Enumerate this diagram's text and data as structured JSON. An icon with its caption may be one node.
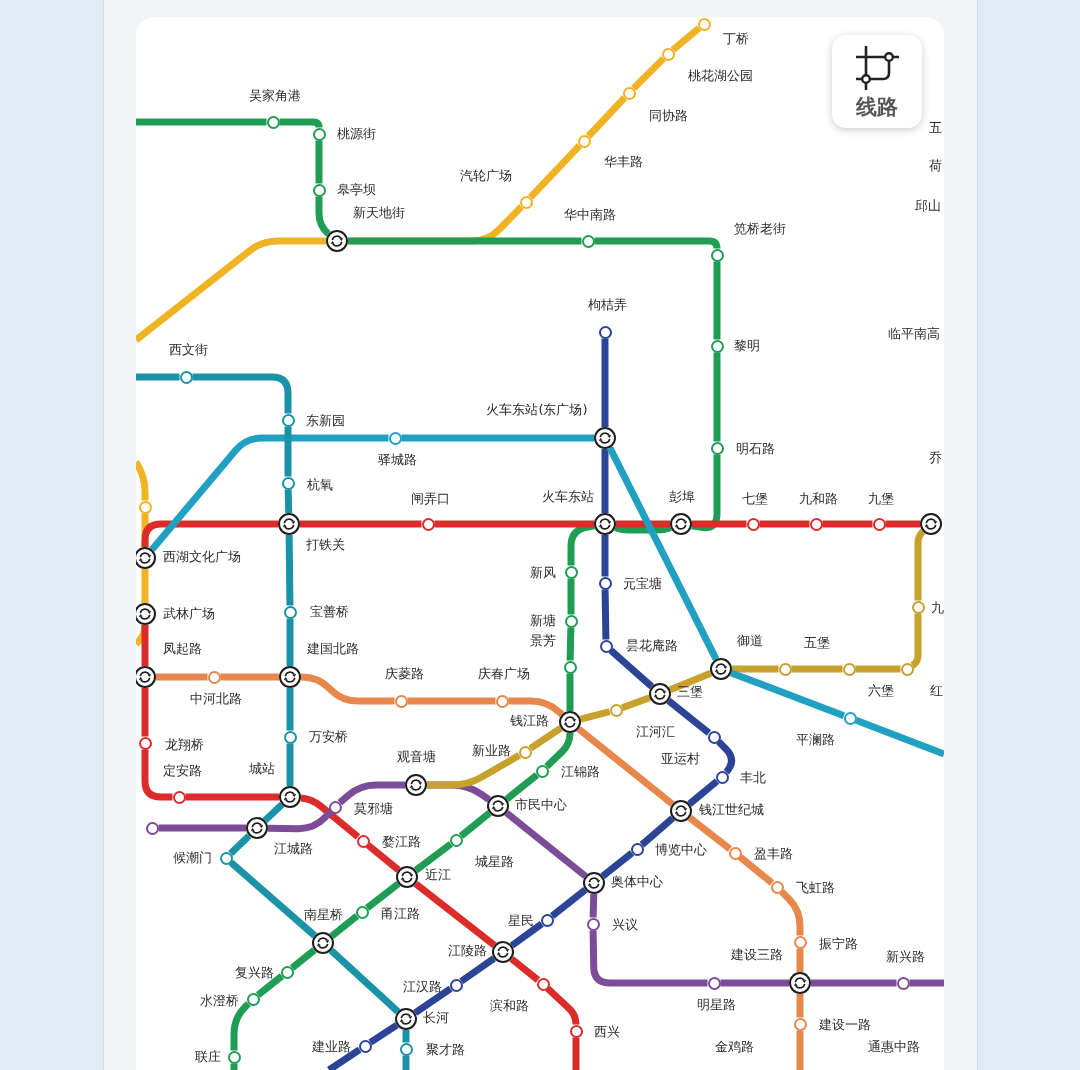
{
  "diagram": {
    "nodes": [
      {
        "text": [],
        "shape": "circle",
        "beside": [
          "丁桥"
        ]
      },
      {
        "text": [],
        "shape": "circle",
        "beside": [
          "桃花湖公园"
        ]
      },
      {
        "text": [],
        "shape": "circle",
        "beside": [
          "同协路"
        ]
      },
      {
        "text": [],
        "shape": "circle",
        "beside": [
          "吴家角港"
        ]
      },
      {
        "text": [],
        "shape": "circle",
        "beside": [
          "桃源街"
        ]
      },
      {
        "text": [],
        "shape": "circle",
        "beside": [
          "华丰路"
        ]
      },
      {
        "text": [],
        "shape": "circle",
        "beside": [
          "皋亭坝"
        ]
      },
      {
        "text": [],
        "shape": "circle",
        "beside": [
          "汽轮广场"
        ]
      },
      {
        "text": [],
        "shape": "circle",
        "beside": [
          "新天地街"
        ]
      },
      {
        "text": [],
        "shape": "circle",
        "beside": [
          "华中南路"
        ]
      },
      {
        "text": [],
        "shape": "circle",
        "beside": [
          "笕桥老街"
        ]
      },
      {
        "text": [],
        "shape": "circle",
        "beside": [
          "枸桔弄"
        ]
      },
      {
        "text": [],
        "shape": "circle",
        "beside": [
          "黎明"
        ]
      },
      {
        "text": [],
        "shape": "circle",
        "beside": [
          "西文街"
        ]
      },
      {
        "text": [],
        "shape": "circle",
        "beside": [
          "东新园"
        ]
      },
      {
        "text": [],
        "shape": "circle",
        "beside": [
          "火车东站(东广场)"
        ]
      },
      {
        "text": [],
        "shape": "circle",
        "beside": [
          "驿城路"
        ]
      },
      {
        "text": [],
        "shape": "circle",
        "beside": [
          "明石路"
        ]
      },
      {
        "text": [],
        "shape": "circle",
        "beside": [
          "杭氧"
        ]
      },
      {
        "text": [],
        "shape": "circle"
      },
      {
        "text": [],
        "shape": "circle",
        "beside": [
          "打铁关"
        ]
      },
      {
        "text": [],
        "shape": "circle",
        "beside": [
          "闸弄口"
        ]
      },
      {
        "text": [],
        "shape": "circle",
        "beside": [
          "火车东站"
        ]
      },
      {
        "text": [],
        "shape": "circle",
        "beside": [
          "彭埠"
        ]
      },
      {
        "text": [],
        "shape": "circle",
        "beside": [
          "七堡"
        ]
      },
      {
        "text": [],
        "shape": "circle",
        "beside": [
          "九和路"
        ]
      },
      {
        "text": [],
        "shape": "circle",
        "beside": [
          "九堡"
        ]
      },
      {
        "text": [],
        "shape": "circle"
      },
      {
        "text": [],
        "shape": "circle",
        "beside": [
          "西湖文化广场"
        ]
      },
      {
        "text": [],
        "shape": "circle",
        "beside": [
          "新风"
        ]
      },
      {
        "text": [],
        "shape": "circle",
        "beside": [
          "元宝塘"
        ]
      },
      {
        "text": [],
        "shape": "circle",
        "beside": [
          "九"
        ]
      },
      {
        "text": [],
        "shape": "circle",
        "beside": [
          "宝善桥"
        ]
      },
      {
        "text": [],
        "shape": "circle",
        "beside": [
          "武林广场"
        ]
      },
      {
        "text": [],
        "shape": "circle",
        "beside": [
          "新塘"
        ]
      },
      {
        "text": [],
        "shape": "circle",
        "beside": [
          "昙花庵路"
        ]
      },
      {
        "text": [],
        "shape": "circle",
        "beside": [
          "景芳"
        ]
      },
      {
        "text": [],
        "shape": "circle",
        "beside": [
          "御道"
        ]
      },
      {
        "text": [],
        "shape": "circle",
        "beside": [
          "五堡"
        ]
      },
      {
        "text": [],
        "shape": "circle",
        "beside": [
          "六堡"
        ]
      },
      {
        "text": [],
        "shape": "circle",
        "beside": [
          "红"
        ]
      },
      {
        "text": [],
        "shape": "circle",
        "beside": [
          "凤起路"
        ]
      },
      {
        "text": [],
        "shape": "circle",
        "beside": [
          "中河北路"
        ]
      },
      {
        "text": [],
        "shape": "circle",
        "beside": [
          "建国北路"
        ]
      },
      {
        "text": [],
        "shape": "circle",
        "beside": [
          "三堡"
        ]
      },
      {
        "text": [],
        "shape": "circle",
        "beside": [
          "庆菱路"
        ]
      },
      {
        "text": [],
        "shape": "circle",
        "beside": [
          "庆春广场"
        ]
      },
      {
        "text": [],
        "shape": "circle",
        "beside": [
          "江河汇"
        ]
      },
      {
        "text": [],
        "shape": "circle",
        "beside": [
          "平澜路"
        ]
      },
      {
        "text": [],
        "shape": "circle",
        "beside": [
          "钱江路"
        ]
      },
      {
        "text": [],
        "shape": "circle",
        "beside": [
          "万安桥"
        ]
      },
      {
        "text": [],
        "shape": "circle",
        "beside": [
          "亚运村"
        ]
      },
      {
        "text": [],
        "shape": "circle",
        "beside": [
          "龙翔桥"
        ]
      },
      {
        "text": [],
        "shape": "circle",
        "beside": [
          "新业路"
        ]
      },
      {
        "text": [],
        "shape": "circle",
        "beside": [
          "丰北"
        ]
      },
      {
        "text": [],
        "shape": "circle",
        "beside": [
          "江锦路"
        ]
      },
      {
        "text": [],
        "shape": "circle",
        "beside": [
          "观音塘"
        ]
      },
      {
        "text": [],
        "shape": "circle",
        "beside": [
          "定安路"
        ]
      },
      {
        "text": [],
        "shape": "circle",
        "beside": [
          "城站"
        ]
      },
      {
        "text": [],
        "shape": "circle",
        "beside": [
          "市民中心"
        ]
      },
      {
        "text": [],
        "shape": "circle",
        "beside": [
          "莫邪塘"
        ]
      },
      {
        "text": [],
        "shape": "circle",
        "beside": [
          "钱江世纪城"
        ]
      },
      {
        "text": [],
        "shape": "circle"
      },
      {
        "text": [],
        "shape": "circle",
        "beside": [
          "江城路"
        ]
      },
      {
        "text": [],
        "shape": "circle",
        "beside": [
          "城星路"
        ]
      },
      {
        "text": [],
        "shape": "circle",
        "beside": [
          "婺江路"
        ]
      },
      {
        "text": [],
        "shape": "circle",
        "beside": [
          "博览中心"
        ]
      },
      {
        "text": [],
        "shape": "circle",
        "beside": [
          "盈丰路"
        ]
      },
      {
        "text": [],
        "shape": "circle",
        "beside": [
          "候潮门"
        ]
      },
      {
        "text": [],
        "shape": "circle",
        "beside": [
          "近江"
        ]
      },
      {
        "text": [],
        "shape": "circle",
        "beside": [
          "奥体中心"
        ]
      },
      {
        "text": [],
        "shape": "circle",
        "beside": [
          "飞虹路"
        ]
      },
      {
        "text": [],
        "shape": "circle",
        "beside": [
          "甬江路"
        ]
      },
      {
        "text": [],
        "shape": "circle",
        "beside": [
          "星民"
        ]
      },
      {
        "text": [],
        "shape": "circle",
        "beside": [
          "兴议"
        ]
      },
      {
        "text": [],
        "shape": "circle",
        "beside": [
          "振宁路"
        ]
      },
      {
        "text": [],
        "shape": "circle",
        "beside": [
          "南星桥"
        ]
      },
      {
        "text": [],
        "shape": "circle",
        "beside": [
          "江陵路"
        ]
      },
      {
        "text": [],
        "shape": "circle",
        "beside": [
          "复兴路"
        ]
      },
      {
        "text": [],
        "shape": "circle",
        "beside": [
          "建设三路"
        ]
      },
      {
        "text": [],
        "shape": "circle",
        "beside": [
          "明星路"
        ]
      },
      {
        "text": [],
        "shape": "circle",
        "beside": [
          "新兴路"
        ]
      },
      {
        "text": [],
        "shape": "circle",
        "beside": [
          "滨和路"
        ]
      },
      {
        "text": [],
        "shape": "circle",
        "beside": [
          "江汉路"
        ]
      },
      {
        "text": [],
        "shape": "circle",
        "beside": [
          "水澄桥"
        ]
      },
      {
        "text": [],
        "shape": "circle",
        "beside": [
          "长河"
        ]
      },
      {
        "text": [],
        "shape": "circle",
        "beside": [
          "建设一路"
        ]
      },
      {
        "text": [],
        "shape": "circle",
        "beside": [
          "西兴"
        ]
      },
      {
        "text": [],
        "shape": "circle",
        "beside": [
          "建业路"
        ]
      },
      {
        "text": [],
        "shape": "circle",
        "beside": [
          "聚才路"
        ]
      },
      {
        "text": [],
        "shape": "circle",
        "beside": [
          "联庄"
        ]
      }
    ],
    "edges": [
      {
        "from": 0,
        "to": 1,
        "arrow": "none",
        "color": "#f0b323"
      },
      {
        "from": 1,
        "to": 2,
        "arrow": "none",
        "color": "#f0b323"
      },
      {
        "from": 2,
        "to": 5,
        "arrow": "none",
        "color": "#f0b323"
      },
      {
        "from": 5,
        "to": 7,
        "arrow": "none",
        "color": "#f0b323"
      },
      {
        "from": 7,
        "to": 8,
        "arrow": "none",
        "color": "#f0b323"
      },
      {
        "from": 8,
        "to": null,
        "arrow": "none",
        "color": "#f0b323"
      },
      {
        "from": null,
        "to": 19,
        "arrow": "none",
        "color": "#f0b323"
      },
      {
        "from": 19,
        "to": 28,
        "arrow": "none",
        "color": "#f0b323"
      },
      {
        "from": 28,
        "to": 33,
        "arrow": "none",
        "color": "#f0b323"
      },
      {
        "from": 33,
        "to": null,
        "arrow": "none",
        "color": "#f0b323"
      },
      {
        "from": null,
        "to": 3,
        "arrow": "none",
        "color": "#1f9d55"
      },
      {
        "from": 3,
        "to": 4,
        "arrow": "none",
        "color": "#1f9d55"
      },
      {
        "from": 4,
        "to": 6,
        "arrow": "none",
        "color": "#1f9d55"
      },
      {
        "from": 6,
        "to": 8,
        "arrow": "none",
        "color": "#1f9d55"
      },
      {
        "from": 8,
        "to": 9,
        "arrow": "none",
        "color": "#1f9d55"
      },
      {
        "from": 9,
        "to": 10,
        "arrow": "none",
        "color": "#1f9d55"
      },
      {
        "from": 10,
        "to": 12,
        "arrow": "none",
        "color": "#1f9d55"
      },
      {
        "from": 12,
        "to": 17,
        "arrow": "none",
        "color": "#1f9d55"
      },
      {
        "from": 17,
        "to": 23,
        "arrow": "none",
        "color": "#1f9d55"
      },
      {
        "from": 23,
        "to": 22,
        "arrow": "none",
        "color": "#1f9d55"
      },
      {
        "from": 22,
        "to": 29,
        "arrow": "none",
        "color": "#1f9d55"
      },
      {
        "from": 29,
        "to": 34,
        "arrow": "none",
        "color": "#1f9d55"
      },
      {
        "from": 34,
        "to": 36,
        "arrow": "none",
        "color": "#1f9d55"
      },
      {
        "from": 36,
        "to": 49,
        "arrow": "none",
        "color": "#1f9d55"
      },
      {
        "from": 49,
        "to": 55,
        "arrow": "none",
        "color": "#1f9d55"
      },
      {
        "from": 55,
        "to": 59,
        "arrow": "none",
        "color": "#1f9d55"
      },
      {
        "from": 59,
        "to": 64,
        "arrow": "none",
        "color": "#1f9d55"
      },
      {
        "from": 64,
        "to": 69,
        "arrow": "none",
        "color": "#1f9d55"
      },
      {
        "from": 69,
        "to": 72,
        "arrow": "none",
        "color": "#1f9d55"
      },
      {
        "from": 72,
        "to": 76,
        "arrow": "none",
        "color": "#1f9d55"
      },
      {
        "from": 76,
        "to": 78,
        "arrow": "none",
        "color": "#1f9d55"
      },
      {
        "from": 78,
        "to": 84,
        "arrow": "none",
        "color": "#1f9d55"
      },
      {
        "from": 84,
        "to": 90,
        "arrow": "none",
        "color": "#1f9d55"
      },
      {
        "from": 90,
        "to": null,
        "arrow": "none",
        "color": "#1f9d55"
      },
      {
        "from": 11,
        "to": 15,
        "arrow": "none",
        "color": "#2b4496"
      },
      {
        "from": 15,
        "to": 22,
        "arrow": "none",
        "color": "#2b4496"
      },
      {
        "from": 22,
        "to": 30,
        "arrow": "none",
        "color": "#2b4496"
      },
      {
        "from": 30,
        "to": 35,
        "arrow": "none",
        "color": "#2b4496"
      },
      {
        "from": 35,
        "to": 44,
        "arrow": "none",
        "color": "#2b4496"
      },
      {
        "from": 44,
        "to": 51,
        "arrow": "none",
        "color": "#2b4496"
      },
      {
        "from": 51,
        "to": 54,
        "arrow": "none",
        "color": "#2b4496"
      },
      {
        "from": 54,
        "to": 61,
        "arrow": "none",
        "color": "#2b4496"
      },
      {
        "from": 61,
        "to": 66,
        "arrow": "none",
        "color": "#2b4496"
      },
      {
        "from": 66,
        "to": 70,
        "arrow": "none",
        "color": "#2b4496"
      },
      {
        "from": 70,
        "to": 73,
        "arrow": "none",
        "color": "#2b4496"
      },
      {
        "from": 73,
        "to": 77,
        "arrow": "none",
        "color": "#2b4496"
      },
      {
        "from": 77,
        "to": 83,
        "arrow": "none",
        "color": "#2b4496"
      },
      {
        "from": 83,
        "to": 85,
        "arrow": "none",
        "color": "#2b4496"
      },
      {
        "from": 85,
        "to": 88,
        "arrow": "none",
        "color": "#2b4496"
      },
      {
        "from": 88,
        "to": null,
        "arrow": "none",
        "color": "#2b4496"
      },
      {
        "from": 28,
        "to": 20,
        "arrow": "none",
        "color": "#dc2b2b"
      },
      {
        "from": 20,
        "to": 21,
        "arrow": "none",
        "color": "#dc2b2b"
      },
      {
        "from": 21,
        "to": 22,
        "arrow": "none",
        "color": "#dc2b2b"
      },
      {
        "from": 22,
        "to": 23,
        "arrow": "none",
        "color": "#dc2b2b"
      },
      {
        "from": 23,
        "to": 24,
        "arrow": "none",
        "color": "#dc2b2b"
      },
      {
        "from": 24,
        "to": 25,
        "arrow": "none",
        "color": "#dc2b2b"
      },
      {
        "from": 25,
        "to": 26,
        "arrow": "none",
        "color": "#dc2b2b"
      },
      {
        "from": 26,
        "to": 27,
        "arrow": "none",
        "color": "#dc2b2b"
      },
      {
        "from": 33,
        "to": 41,
        "arrow": "none",
        "color": "#dc2b2b"
      },
      {
        "from": 41,
        "to": 52,
        "arrow": "none",
        "color": "#dc2b2b"
      },
      {
        "from": 52,
        "to": 57,
        "arrow": "none",
        "color": "#dc2b2b"
      },
      {
        "from": 57,
        "to": 58,
        "arrow": "none",
        "color": "#dc2b2b"
      },
      {
        "from": 58,
        "to": 65,
        "arrow": "none",
        "color": "#dc2b2b"
      },
      {
        "from": 65,
        "to": 69,
        "arrow": "none",
        "color": "#dc2b2b"
      },
      {
        "from": 69,
        "to": 77,
        "arrow": "none",
        "color": "#dc2b2b"
      },
      {
        "from": 77,
        "to": 82,
        "arrow": "none",
        "color": "#dc2b2b"
      },
      {
        "from": 82,
        "to": 87,
        "arrow": "none",
        "color": "#dc2b2b"
      },
      {
        "from": 87,
        "to": null,
        "arrow": "none",
        "color": "#dc2b2b"
      },
      {
        "from": 62,
        "to": 63,
        "arrow": "none",
        "color": "#7c4c98"
      },
      {
        "from": 63,
        "to": 60,
        "arrow": "none",
        "color": "#7c4c98"
      },
      {
        "from": 60,
        "to": 56,
        "arrow": "none",
        "color": "#7c4c98"
      },
      {
        "from": 56,
        "to": 59,
        "arrow": "none",
        "color": "#7c4c98"
      },
      {
        "from": 59,
        "to": 70,
        "arrow": "none",
        "color": "#7c4c98"
      },
      {
        "from": 70,
        "to": 74,
        "arrow": "none",
        "color": "#7c4c98"
      },
      {
        "from": 74,
        "to": 80,
        "arrow": "none",
        "color": "#7c4c98"
      },
      {
        "from": 80,
        "to": 79,
        "arrow": "none",
        "color": "#7c4c98"
      },
      {
        "from": 79,
        "to": 81,
        "arrow": "none",
        "color": "#7c4c98"
      },
      {
        "from": 81,
        "to": null,
        "arrow": "none",
        "color": "#7c4c98"
      },
      {
        "from": 56,
        "to": 53,
        "arrow": "none",
        "color": "#c8a12c"
      },
      {
        "from": 53,
        "to": 49,
        "arrow": "none",
        "color": "#c8a12c"
      },
      {
        "from": 49,
        "to": 47,
        "arrow": "none",
        "color": "#c8a12c"
      },
      {
        "from": 47,
        "to": 44,
        "arrow": "none",
        "color": "#c8a12c"
      },
      {
        "from": 44,
        "to": 37,
        "arrow": "none",
        "color": "#c8a12c"
      },
      {
        "from": 37,
        "to": 38,
        "arrow": "none",
        "color": "#c8a12c"
      },
      {
        "from": 38,
        "to": 39,
        "arrow": "none",
        "color": "#c8a12c"
      },
      {
        "from": 39,
        "to": 40,
        "arrow": "none",
        "color": "#c8a12c"
      },
      {
        "from": 40,
        "to": 31,
        "arrow": "none",
        "color": "#c8a12c"
      },
      {
        "from": 31,
        "to": 27,
        "arrow": "none",
        "color": "#c8a12c"
      },
      {
        "from": 28,
        "to": 16,
        "arrow": "none",
        "color": "#22a0c2"
      },
      {
        "from": 16,
        "to": 15,
        "arrow": "none",
        "color": "#22a0c2"
      },
      {
        "from": 15,
        "to": 37,
        "arrow": "none",
        "color": "#22a0c2"
      },
      {
        "from": 37,
        "to": 48,
        "arrow": "none",
        "color": "#22a0c2"
      },
      {
        "from": 48,
        "to": null,
        "arrow": "none",
        "color": "#22a0c2"
      },
      {
        "from": null,
        "to": 13,
        "arrow": "none",
        "color": "#1a93a6"
      },
      {
        "from": 13,
        "to": 14,
        "arrow": "none",
        "color": "#1a93a6"
      },
      {
        "from": 14,
        "to": 18,
        "arrow": "none",
        "color": "#1a93a6"
      },
      {
        "from": 18,
        "to": 20,
        "arrow": "none",
        "color": "#1a93a6"
      },
      {
        "from": 20,
        "to": 32,
        "arrow": "none",
        "color": "#1a93a6"
      },
      {
        "from": 32,
        "to": 43,
        "arrow": "none",
        "color": "#1a93a6"
      },
      {
        "from": 43,
        "to": 50,
        "arrow": "none",
        "color": "#1a93a6"
      },
      {
        "from": 50,
        "to": 58,
        "arrow": "none",
        "color": "#1a93a6"
      },
      {
        "from": 58,
        "to": 63,
        "arrow": "none",
        "color": "#1a93a6"
      },
      {
        "from": 63,
        "to": 68,
        "arrow": "none",
        "color": "#1a93a6"
      },
      {
        "from": 68,
        "to": 76,
        "arrow": "none",
        "color": "#1a93a6"
      },
      {
        "from": 76,
        "to": 85,
        "arrow": "none",
        "color": "#1a93a6"
      },
      {
        "from": 85,
        "to": 89,
        "arrow": "none",
        "color": "#1a93a6"
      },
      {
        "from": 89,
        "to": null,
        "arrow": "none",
        "color": "#1a93a6"
      },
      {
        "from": 41,
        "to": 42,
        "arrow": "none",
        "color": "#e8874b"
      },
      {
        "from": 42,
        "to": 43,
        "arrow": "none",
        "color": "#e8874b"
      },
      {
        "from": 43,
        "to": 45,
        "arrow": "none",
        "color": "#e8874b"
      },
      {
        "from": 45,
        "to": 46,
        "arrow": "none",
        "color": "#e8874b"
      },
      {
        "from": 46,
        "to": 49,
        "arrow": "none",
        "color": "#e8874b"
      },
      {
        "from": 49,
        "to": 61,
        "arrow": "none",
        "color": "#e8874b"
      },
      {
        "from": 61,
        "to": 67,
        "arrow": "none",
        "color": "#e8874b"
      },
      {
        "from": 67,
        "to": 71,
        "arrow": "none",
        "color": "#e8874b"
      },
      {
        "from": 71,
        "to": 75,
        "arrow": "none",
        "color": "#e8874b"
      },
      {
        "from": 75,
        "to": 79,
        "arrow": "none",
        "color": "#e8874b"
      },
      {
        "from": 79,
        "to": 86,
        "arrow": "none",
        "color": "#e8874b"
      },
      {
        "from": 86,
        "to": null,
        "arrow": "none",
        "color": "#e8874b"
      }
    ],
    "labels": [
      "线路",
      "五",
      "荷",
      "邱山",
      "临平南高",
      "乔",
      "金鸡路",
      "通惠中路"
    ]
  }
}
